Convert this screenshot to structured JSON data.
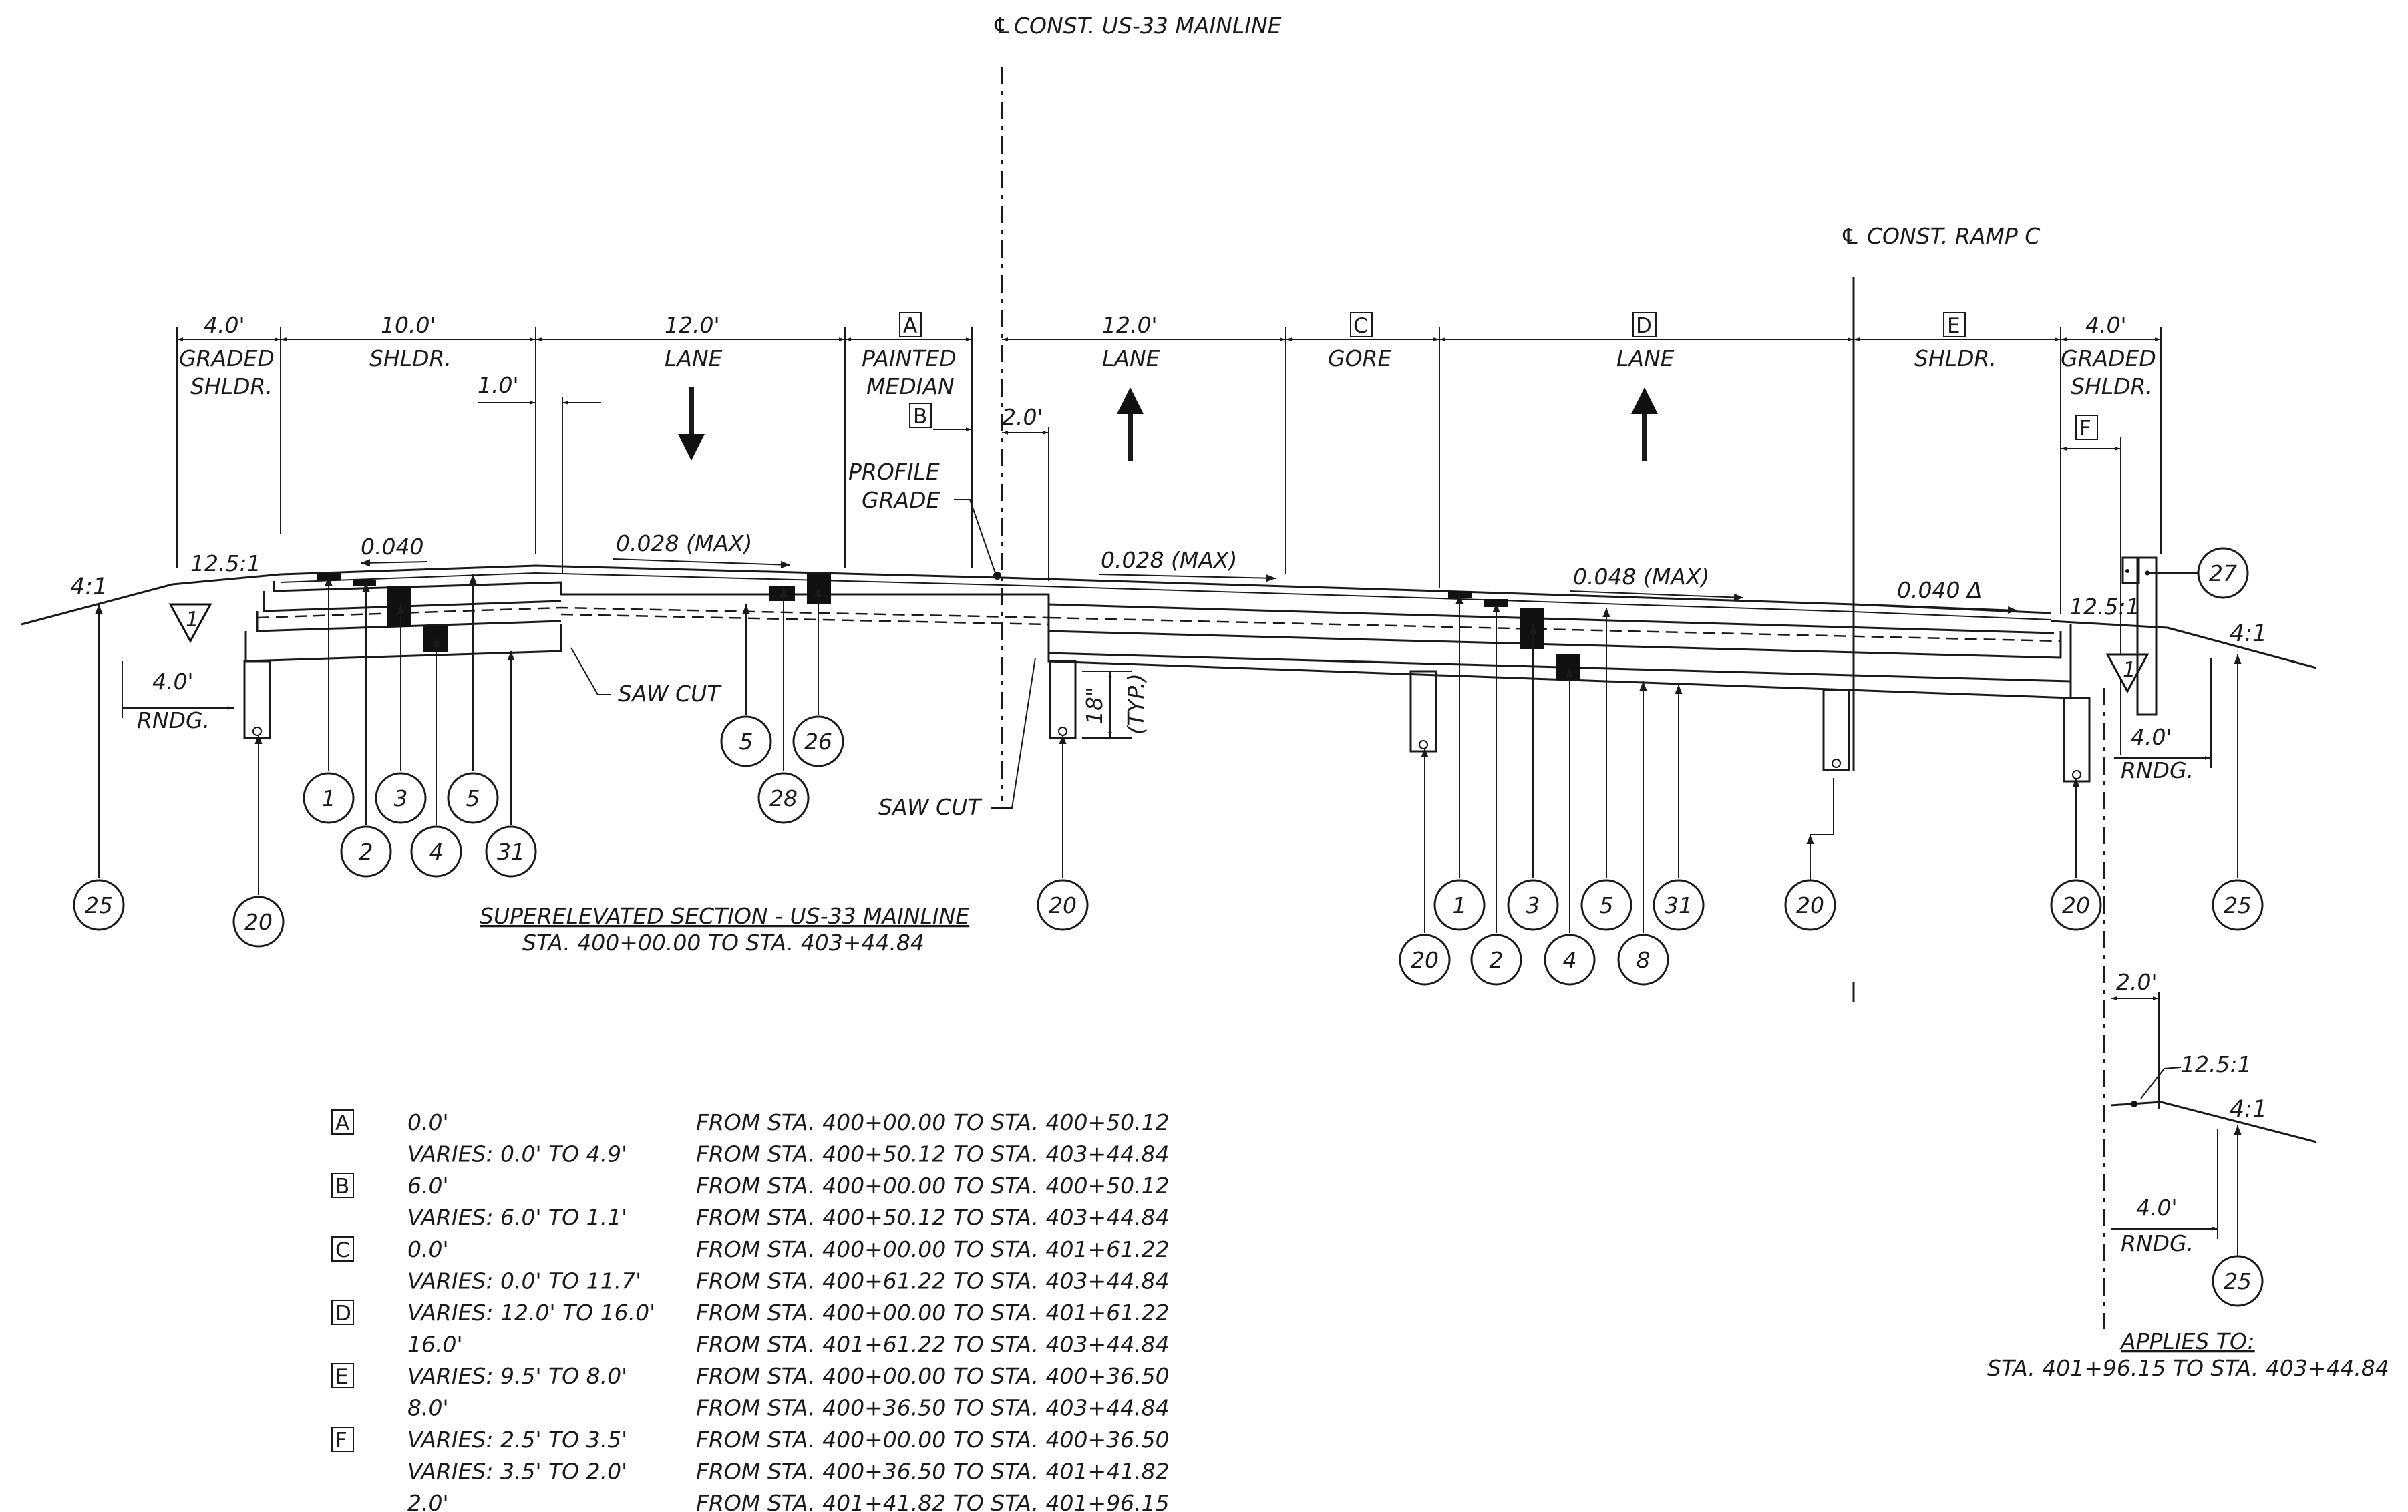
{
  "title": {
    "line1": "SUPERELEVATED SECTION - US-33 MAINLINE",
    "line2": "STA. 400+00.00 TO STA. 403+44.84"
  },
  "centerlines": {
    "mainline": "CONST. US-33 MAINLINE",
    "mainline_symbol": "℄",
    "ramp": "CONST. RAMP C",
    "ramp_symbol": "℄"
  },
  "dimensions": {
    "left_graded": "4.0'",
    "left_graded_label1": "GRADED",
    "left_graded_label2": "SHLDR.",
    "left_shoulder": "10.0'",
    "left_shoulder_label": "SHLDR.",
    "left_lane": "12.0'",
    "left_lane_label": "LANE",
    "median_tag": "A",
    "median_label1": "PAINTED",
    "median_label2": "MEDIAN",
    "median_sub_tag": "B",
    "right_lane": "12.0'",
    "right_lane_label": "LANE",
    "gore_tag": "C",
    "gore_label": "GORE",
    "ramp_lane_tag": "D",
    "ramp_lane_label": "LANE",
    "ramp_shoulder_tag": "E",
    "ramp_shoulder_label": "SHLDR.",
    "right_graded": "4.0'",
    "right_graded_label1": "GRADED",
    "right_graded_label2": "SHLDR.",
    "f_tag": "F",
    "offset_one": "1.0'",
    "offset_two": "2.0'",
    "rounding_left": "4.0'",
    "rounding_left_label": "RNDG.",
    "rounding_right": "4.0'",
    "rounding_right_label": "RNDG.",
    "typ_depth": "18\"",
    "typ_label": "(TYP.)"
  },
  "slopes": {
    "left_outer": "4:1",
    "left_inner": "12.5:1",
    "left_shoulder": "0.040",
    "left_lane": "0.028 (MAX)",
    "right_lane": "0.028 (MAX)",
    "ramp_lane": "0.048 (MAX)",
    "ramp_shoulder": "0.040 Δ",
    "right_inner": "12.5:1",
    "right_outer": "4:1"
  },
  "notes": {
    "profile_grade_1": "PROFILE",
    "profile_grade_2": "GRADE",
    "saw_cut_left": "SAW CUT",
    "saw_cut_center": "SAW CUT"
  },
  "flags": {
    "left": "1",
    "right": "1"
  },
  "callouts": {
    "left": [
      "25",
      "20",
      "1",
      "2",
      "3",
      "4",
      "5",
      "31"
    ],
    "median": [
      "5",
      "26",
      "28"
    ],
    "center": [
      "20"
    ],
    "ramp": [
      "20",
      "1",
      "2",
      "3",
      "4",
      "5",
      "8",
      "31",
      "20",
      "20",
      "25",
      "27"
    ]
  },
  "inset": {
    "offset": "2.0'",
    "slope_inner": "12.5:1",
    "slope_outer": "4:1",
    "rounding": "4.0'",
    "rounding_label": "RNDG.",
    "callout": "25",
    "applies_label": "APPLIES TO:",
    "applies_range": "STA. 401+96.15 TO STA. 403+44.84"
  },
  "legend": [
    {
      "tag": "A",
      "value": "0.0'",
      "range": "FROM STA. 400+00.00 TO STA. 400+50.12"
    },
    {
      "tag": "",
      "value": "VARIES: 0.0' TO 4.9'",
      "range": "FROM STA. 400+50.12 TO STA. 403+44.84"
    },
    {
      "tag": "B",
      "value": "6.0'",
      "range": "FROM STA. 400+00.00 TO STA. 400+50.12"
    },
    {
      "tag": "",
      "value": "VARIES: 6.0' TO 1.1'",
      "range": "FROM STA. 400+50.12 TO STA. 403+44.84"
    },
    {
      "tag": "C",
      "value": "0.0'",
      "range": "FROM STA. 400+00.00 TO STA. 401+61.22"
    },
    {
      "tag": "",
      "value": "VARIES: 0.0' TO 11.7'",
      "range": "FROM STA. 400+61.22 TO STA. 403+44.84"
    },
    {
      "tag": "D",
      "value": "VARIES: 12.0' TO 16.0'",
      "range": "FROM STA. 400+00.00 TO STA. 401+61.22"
    },
    {
      "tag": "",
      "value": "16.0'",
      "range": "FROM STA. 401+61.22 TO STA. 403+44.84"
    },
    {
      "tag": "E",
      "value": "VARIES: 9.5' TO 8.0'",
      "range": "FROM STA. 400+00.00 TO STA. 400+36.50"
    },
    {
      "tag": "",
      "value": "8.0'",
      "range": "FROM STA. 400+36.50 TO STA. 403+44.84"
    },
    {
      "tag": "F",
      "value": "VARIES: 2.5' TO 3.5'",
      "range": "FROM STA. 400+00.00 TO STA. 400+36.50"
    },
    {
      "tag": "",
      "value": "VARIES: 3.5' TO 2.0'",
      "range": "FROM STA. 400+36.50 TO STA. 401+41.82"
    },
    {
      "tag": "",
      "value": "2.0'",
      "range": "FROM STA. 401+41.82 TO STA. 401+96.15"
    }
  ]
}
